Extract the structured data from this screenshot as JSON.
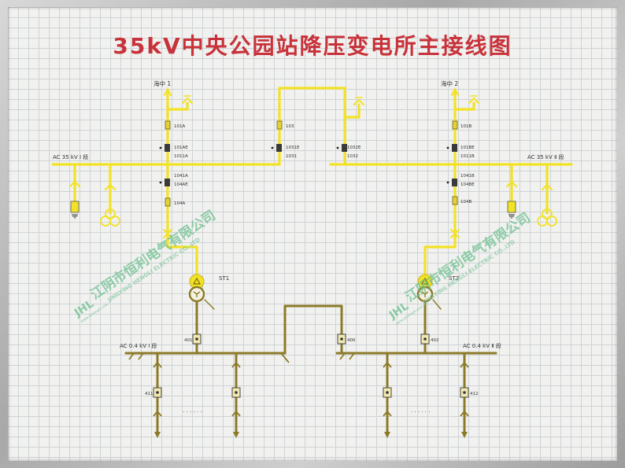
{
  "title": "35kV中央公园站降压变电所主接线图",
  "incoming_lines": {
    "left": "海中 1",
    "right": "海中 2"
  },
  "buses": {
    "hv_left": "AC 35 kV Ⅰ 段",
    "hv_right": "AC 35 kV Ⅱ 段",
    "lv_left": "AC 0.4 kV Ⅰ 段",
    "lv_right": "AC 0.4 kV Ⅱ 段"
  },
  "devices": {
    "s101A": "101A",
    "s101AE": "101AE",
    "s1011A": "1011A",
    "s103": "103",
    "s1031E": "1031E",
    "s1031": "1031",
    "s1032E": "1032E",
    "s1032": "1032",
    "s101B": "101B",
    "s101BE": "101BE",
    "s1011B": "1011B",
    "s1041A": "1041A",
    "s104AE": "104AE",
    "s104A": "104A",
    "s1041B": "1041B",
    "s104BE": "104BE",
    "s104B": "104B",
    "st1": "ST1",
    "st2": "ST2",
    "b401": "401",
    "b400": "400",
    "b402": "402",
    "b411": "411",
    "b412": "412",
    "dots_left": "· · · · · ·",
    "dots_right": "· · · · · ·"
  },
  "watermarks": {
    "cn": "江阴市恒利电气有限公司",
    "en": "JINGYING HENGLI ELECTRIC CO.,LTD",
    "logo": "JHL",
    "site": "www.jyhengli.com"
  },
  "colors": {
    "title": "#c8323a",
    "hv_line": "#f2e225",
    "lv_line": "#8c7a28",
    "device_fill": "#e2d23a",
    "watermark": "#6cbf8f"
  }
}
